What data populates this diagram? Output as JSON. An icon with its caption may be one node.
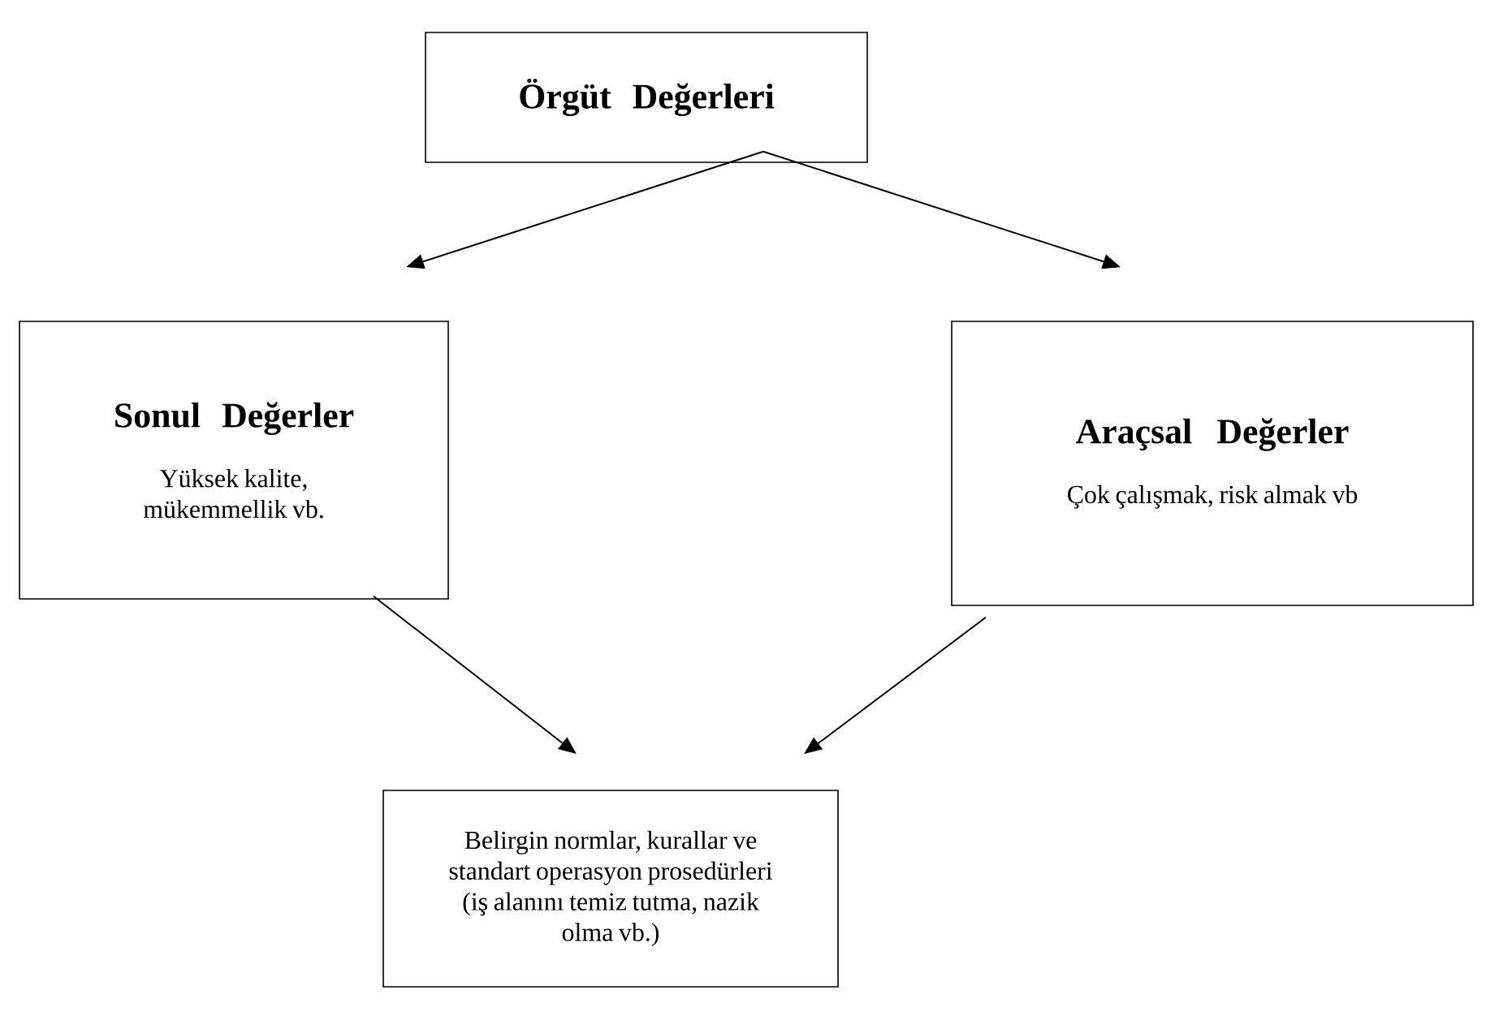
{
  "diagram": {
    "nodes": [
      {
        "text": [
          "Örgüt Değerleri"
        ]
      },
      {
        "text": [
          "Sonul Değerler",
          "Yüksek kalite, mükemmellik vb."
        ]
      },
      {
        "text": [
          "Araçsal Değerler",
          "Çok çalışmak, risk almak vb"
        ]
      },
      {
        "text": [
          "Belirgin normlar, kurallar ve standart operasyon prosedürleri (iş alanını temiz tutma, nazik olma vb.)"
        ]
      }
    ],
    "edges": [
      {
        "from": 0,
        "to": 1,
        "arrow": "to"
      },
      {
        "from": 0,
        "to": 2,
        "arrow": "to"
      },
      {
        "from": 1,
        "to": 3,
        "arrow": "to"
      },
      {
        "from": 2,
        "to": 3,
        "arrow": "to"
      }
    ]
  }
}
